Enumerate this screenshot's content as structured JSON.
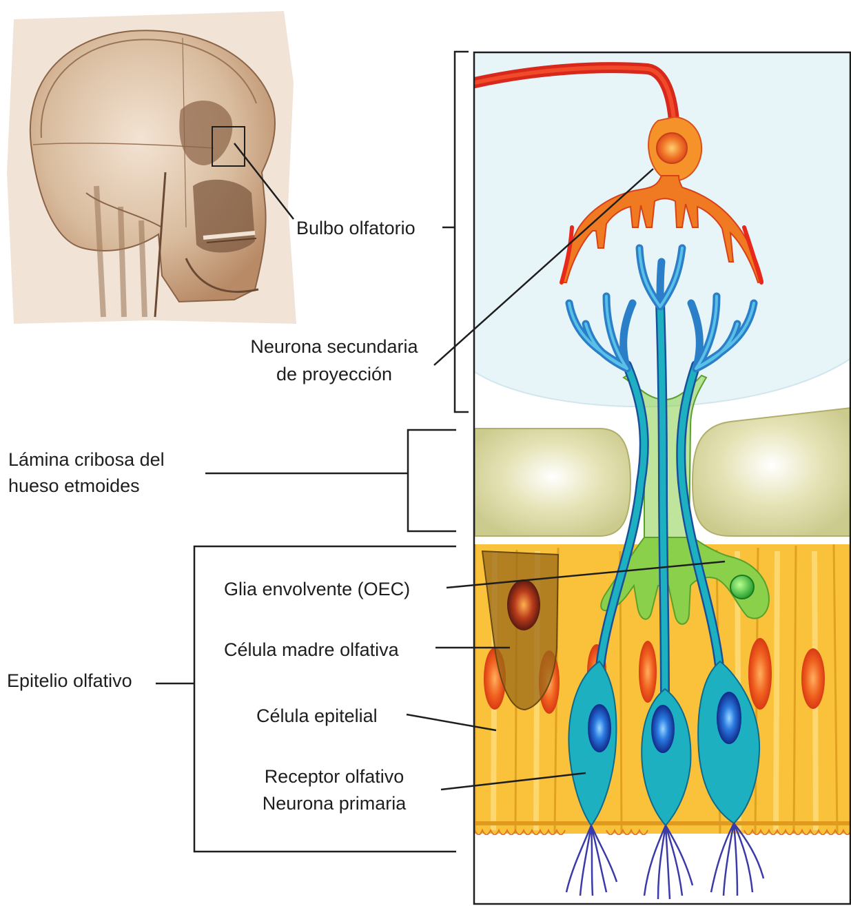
{
  "labels": {
    "bulbo": "Bulbo olfatorio",
    "neurona_sec_1": "Neurona secundaria",
    "neurona_sec_2": "de proyección",
    "lamina_1": "Lámina cribosa del",
    "lamina_2": "hueso etmoides",
    "glia": "Glia envolvente (OEC)",
    "madre": "Célula madre olfativa",
    "epitelio": "Epitelio olfativo",
    "epitelial": "Célula epitelial",
    "receptor_1": "Receptor olfativo",
    "receptor_2": "Neurona primaria"
  },
  "colors": {
    "mitral_cell": "#f5922a",
    "mitral_nucleus": "#e8501c",
    "mitral_axon": "#d8281c",
    "bulb_background": "#e8f5f8",
    "receptor_dendrite": "#2a7fc8",
    "receptor_cell": "#1cb0c0",
    "receptor_nucleus": "#1a4fb0",
    "cilia": "#3a3aa8",
    "glia": "#8ad04a",
    "bone": "#d8d6a0",
    "epithelium": "#f8c030",
    "epithelial_nucleus": "#e84a20",
    "stem_cell": "#9a6a1a",
    "skull_sepia": "#b08868"
  }
}
